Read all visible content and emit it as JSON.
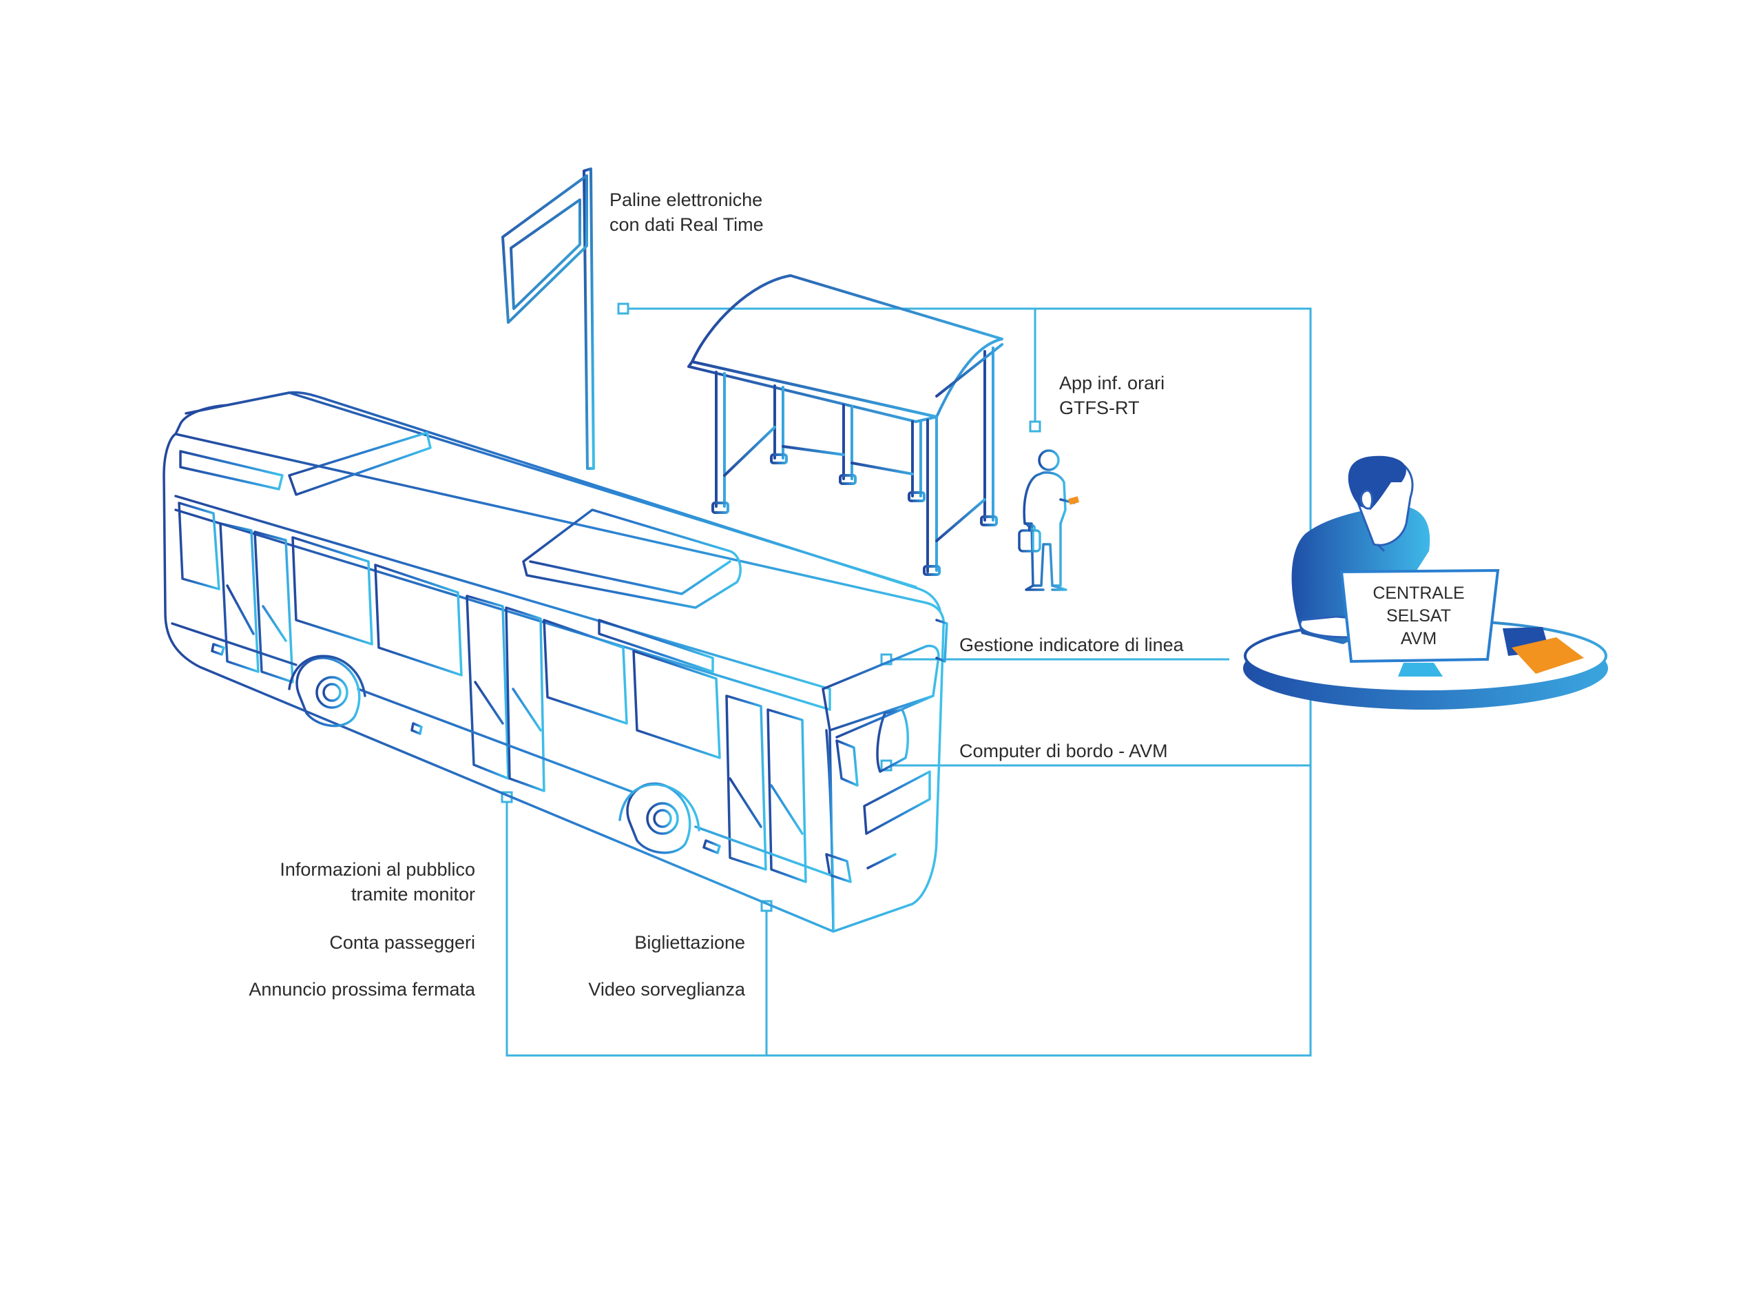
{
  "labels": {
    "paline": [
      "Paline elettroniche",
      "con dati Real Time"
    ],
    "app": [
      "App inf. orari",
      "GTFS-RT"
    ],
    "gestione": "Gestione indicatore di linea",
    "computer": "Computer di bordo - AVM",
    "informazioni": [
      "Informazioni al pubblico",
      "tramite monitor"
    ],
    "conta": "Conta passeggeri",
    "annuncio": "Annuncio prossima fermata",
    "bigliettazione": "Bigliettazione",
    "video": "Video sorveglianza"
  },
  "central": {
    "screen": [
      "CENTRALE",
      "SELSAT",
      "AVM"
    ]
  },
  "colors": {
    "line": "#3bb3e0",
    "dark_blue": "#1f4fa8",
    "mid_blue": "#2a7fd0",
    "light_blue": "#36b5e6",
    "orange": "#f2921f",
    "text": "#2b2b2b"
  },
  "icons": {
    "bus": "city-bus-outline",
    "stop_sign": "electronic-bus-stop-sign",
    "shelter": "bus-shelter",
    "passenger": "passenger-with-phone",
    "operator": "operator-at-desk"
  }
}
